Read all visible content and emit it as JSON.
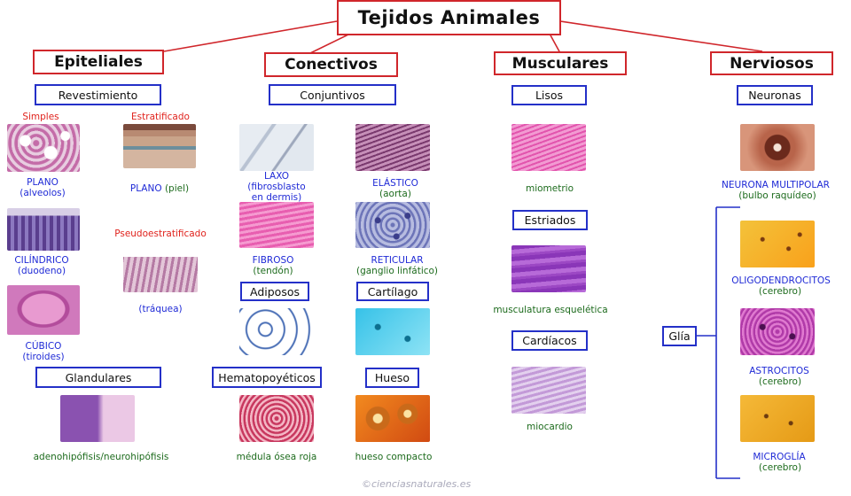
{
  "title": "Tejidos Animales",
  "categories": {
    "epiteliales": "Epiteliales",
    "conectivos": "Conectivos",
    "musculares": "Musculares",
    "nerviosos": "Nerviosos"
  },
  "epitelial": {
    "revestimiento": "Revestimiento",
    "simples": "Simples",
    "estratificado": "Estratificado",
    "pseudoestratificado": "Pseudoestratificado",
    "plano": "PLANO",
    "alveolos": "(alveolos)",
    "plano2": "PLANO",
    "piel": "(piel)",
    "cilindrico": "CILÍNDRICO",
    "duodeno": "(duodeno)",
    "traquea": "(tráquea)",
    "cubico": "CÚBICO",
    "tiroides": "(tiroides)",
    "glandulares": "Glandulares",
    "adenohipofisis": "adenohipófisis/neurohipófisis"
  },
  "conectivo": {
    "conjuntivos": "Conjuntivos",
    "laxo": "LAXO",
    "laxo_detail1": "(fibrosblasto",
    "laxo_detail2": "en dermis)",
    "elastico": "ELÁSTICO",
    "aorta": "(aorta)",
    "fibroso": "FIBROSO",
    "tendon": "(tendón)",
    "reticular": "RETICULAR",
    "ganglio": "(ganglio linfático)",
    "adiposos": "Adiposos",
    "cartilago": "Cartílago",
    "hematopoyeticos": "Hematopoyéticos",
    "hueso": "Hueso",
    "medula": "médula ósea roja",
    "hueso_compacto": "hueso compacto"
  },
  "muscular": {
    "lisos": "Lisos",
    "miometrio": "miometrio",
    "estriados": "Estriados",
    "esqueletica": "musculatura esquelética",
    "cardiacos": "Cardíacos",
    "miocardio": "miocardio"
  },
  "nervioso": {
    "neuronas": "Neuronas",
    "neurona_multipolar": "NEURONA MULTIPOLAR",
    "bulbo": "(bulbo raquídeo)",
    "glia": "Glía",
    "oligodendrocitos": "OLIGODENDROCITOS",
    "cerebro1": "(cerebro)",
    "astrocitos": "ASTROCITOS",
    "cerebro2": "(cerebro)",
    "microglia": "MICROGLÍA",
    "cerebro3": "(cerebro)"
  },
  "watermark": "©cienciasnaturales.es",
  "colors": {
    "red_border": "#d0262b",
    "blue_border": "#2430c8",
    "red_text": "#e0231d",
    "blue_text": "#1f2ad6",
    "green_text": "#1d6b1d"
  }
}
